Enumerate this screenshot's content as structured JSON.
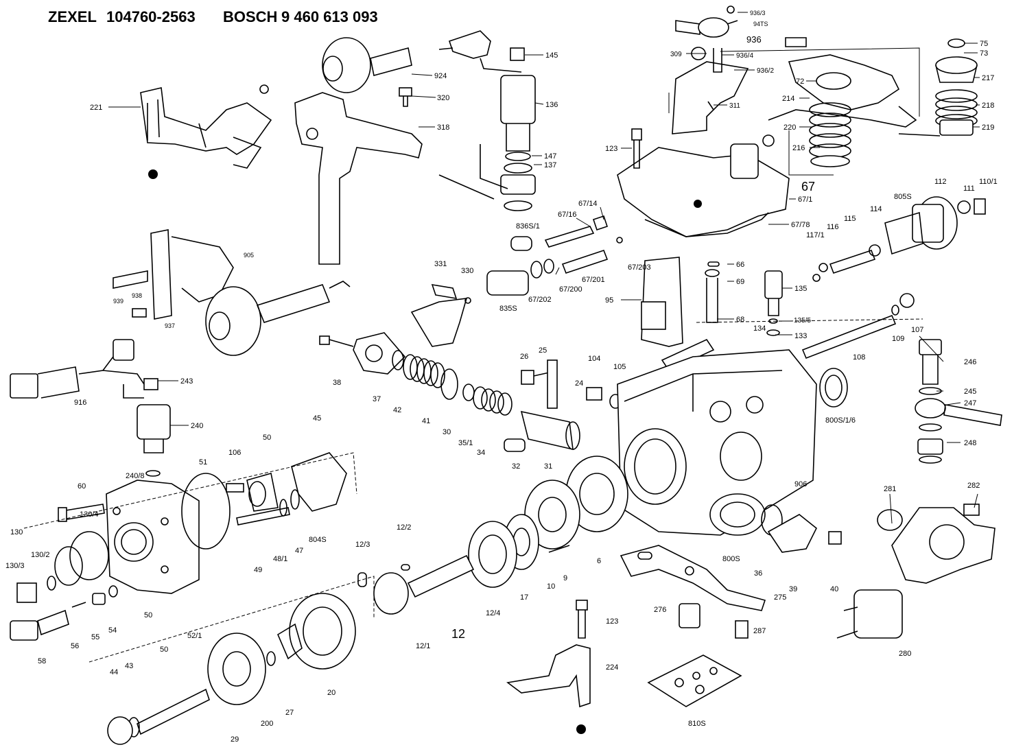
{
  "header": {
    "brand1": "ZEXEL",
    "num1": "104760-2563",
    "brand2": "BOSCH",
    "num2": "9 460 613 093"
  },
  "group_labels": {
    "g12": "12",
    "g67": "67",
    "g936": "936"
  },
  "labels": [
    {
      "id": "L221",
      "text": "221"
    },
    {
      "id": "L924",
      "text": "924"
    },
    {
      "id": "L320",
      "text": "320"
    },
    {
      "id": "L318",
      "text": "318"
    },
    {
      "id": "L145",
      "text": "145"
    },
    {
      "id": "L136",
      "text": "136"
    },
    {
      "id": "L147",
      "text": "147"
    },
    {
      "id": "L137",
      "text": "137"
    },
    {
      "id": "L9363",
      "text": "936/3"
    },
    {
      "id": "L94TS",
      "text": "94TS"
    },
    {
      "id": "L309",
      "text": "309"
    },
    {
      "id": "L9364",
      "text": "936/4"
    },
    {
      "id": "L9362",
      "text": "936/2"
    },
    {
      "id": "L311",
      "text": "311"
    },
    {
      "id": "L75",
      "text": "75"
    },
    {
      "id": "L73",
      "text": "73"
    },
    {
      "id": "L72",
      "text": "72"
    },
    {
      "id": "L217",
      "text": "217"
    },
    {
      "id": "L214",
      "text": "214"
    },
    {
      "id": "L218",
      "text": "218"
    },
    {
      "id": "L220",
      "text": "220"
    },
    {
      "id": "L219",
      "text": "219"
    },
    {
      "id": "L216",
      "text": "216"
    },
    {
      "id": "L123a",
      "text": "123"
    },
    {
      "id": "L671",
      "text": "67/1"
    },
    {
      "id": "L6714",
      "text": "67/14"
    },
    {
      "id": "L6716",
      "text": "67/16"
    },
    {
      "id": "L836S1",
      "text": "836S/1"
    },
    {
      "id": "L6778",
      "text": "67/78"
    },
    {
      "id": "L67203",
      "text": "67/203"
    },
    {
      "id": "L67201",
      "text": "67/201"
    },
    {
      "id": "L67200",
      "text": "67/200"
    },
    {
      "id": "L67202",
      "text": "67/202"
    },
    {
      "id": "L835S",
      "text": "835S"
    },
    {
      "id": "L331",
      "text": "331"
    },
    {
      "id": "L330",
      "text": "330"
    },
    {
      "id": "L66",
      "text": "66"
    },
    {
      "id": "L69",
      "text": "69"
    },
    {
      "id": "L95",
      "text": "95"
    },
    {
      "id": "L68",
      "text": "68"
    },
    {
      "id": "L135",
      "text": "135"
    },
    {
      "id": "L1355",
      "text": "135/5"
    },
    {
      "id": "L134",
      "text": "134"
    },
    {
      "id": "L133",
      "text": "133"
    },
    {
      "id": "L112",
      "text": "112"
    },
    {
      "id": "L111",
      "text": "111"
    },
    {
      "id": "L1101",
      "text": "110/1"
    },
    {
      "id": "L805S",
      "text": "805S"
    },
    {
      "id": "L114",
      "text": "114"
    },
    {
      "id": "L115",
      "text": "115"
    },
    {
      "id": "L116",
      "text": "116"
    },
    {
      "id": "L1171",
      "text": "117/1"
    },
    {
      "id": "L109",
      "text": "109"
    },
    {
      "id": "L107",
      "text": "107"
    },
    {
      "id": "L108",
      "text": "108"
    },
    {
      "id": "L246",
      "text": "246"
    },
    {
      "id": "L245",
      "text": "245"
    },
    {
      "id": "L247",
      "text": "247"
    },
    {
      "id": "L248",
      "text": "248"
    },
    {
      "id": "L905",
      "text": "905"
    },
    {
      "id": "L939",
      "text": "939"
    },
    {
      "id": "L938",
      "text": "938"
    },
    {
      "id": "L937",
      "text": "937"
    },
    {
      "id": "L243",
      "text": "243"
    },
    {
      "id": "L916",
      "text": "916"
    },
    {
      "id": "L240",
      "text": "240"
    },
    {
      "id": "L2408",
      "text": "240/8"
    },
    {
      "id": "L38",
      "text": "38"
    },
    {
      "id": "L37",
      "text": "37"
    },
    {
      "id": "L42",
      "text": "42"
    },
    {
      "id": "L41",
      "text": "41"
    },
    {
      "id": "L30",
      "text": "30"
    },
    {
      "id": "L351",
      "text": "35/1"
    },
    {
      "id": "L34",
      "text": "34"
    },
    {
      "id": "L26",
      "text": "26"
    },
    {
      "id": "L25",
      "text": "25"
    },
    {
      "id": "L24",
      "text": "24"
    },
    {
      "id": "L32",
      "text": "32"
    },
    {
      "id": "L31",
      "text": "31"
    },
    {
      "id": "L104",
      "text": "104"
    },
    {
      "id": "L105",
      "text": "105"
    },
    {
      "id": "L800S16",
      "text": "800S/1/6"
    },
    {
      "id": "L906",
      "text": "906"
    },
    {
      "id": "L281",
      "text": "281"
    },
    {
      "id": "L282",
      "text": "282"
    },
    {
      "id": "L45",
      "text": "45"
    },
    {
      "id": "L106",
      "text": "106"
    },
    {
      "id": "L50a",
      "text": "50"
    },
    {
      "id": "L51",
      "text": "51"
    },
    {
      "id": "L60",
      "text": "60"
    },
    {
      "id": "L130",
      "text": "130"
    },
    {
      "id": "L1304",
      "text": "130/4"
    },
    {
      "id": "L1302",
      "text": "130/2"
    },
    {
      "id": "L1303",
      "text": "130/3"
    },
    {
      "id": "L50b",
      "text": "50"
    },
    {
      "id": "L49",
      "text": "49"
    },
    {
      "id": "L481",
      "text": "48/1"
    },
    {
      "id": "L47",
      "text": "47"
    },
    {
      "id": "L804S",
      "text": "804S"
    },
    {
      "id": "L122",
      "text": "12/2"
    },
    {
      "id": "L123s",
      "text": "12/3"
    },
    {
      "id": "L124",
      "text": "12/4"
    },
    {
      "id": "L17",
      "text": "17"
    },
    {
      "id": "L10",
      "text": "10"
    },
    {
      "id": "L9",
      "text": "9"
    },
    {
      "id": "L6",
      "text": "6"
    },
    {
      "id": "L800S",
      "text": "800S"
    },
    {
      "id": "L36",
      "text": "36"
    },
    {
      "id": "L39",
      "text": "39"
    },
    {
      "id": "L40",
      "text": "40"
    },
    {
      "id": "L275",
      "text": "275"
    },
    {
      "id": "L276",
      "text": "276"
    },
    {
      "id": "L287",
      "text": "287"
    },
    {
      "id": "L280",
      "text": "280"
    },
    {
      "id": "L121",
      "text": "12/1"
    },
    {
      "id": "L58",
      "text": "58"
    },
    {
      "id": "L56",
      "text": "56"
    },
    {
      "id": "L55",
      "text": "55"
    },
    {
      "id": "L54",
      "text": "54"
    },
    {
      "id": "L52_1",
      "text": "52/1"
    },
    {
      "id": "L50c",
      "text": "50"
    },
    {
      "id": "L44",
      "text": "44"
    },
    {
      "id": "L43",
      "text": "43"
    },
    {
      "id": "L29",
      "text": "29"
    },
    {
      "id": "L200",
      "text": "200"
    },
    {
      "id": "L27",
      "text": "27"
    },
    {
      "id": "L20",
      "text": "20"
    },
    {
      "id": "L123b",
      "text": "123"
    },
    {
      "id": "L224",
      "text": "224"
    },
    {
      "id": "L810S",
      "text": "810S"
    }
  ]
}
